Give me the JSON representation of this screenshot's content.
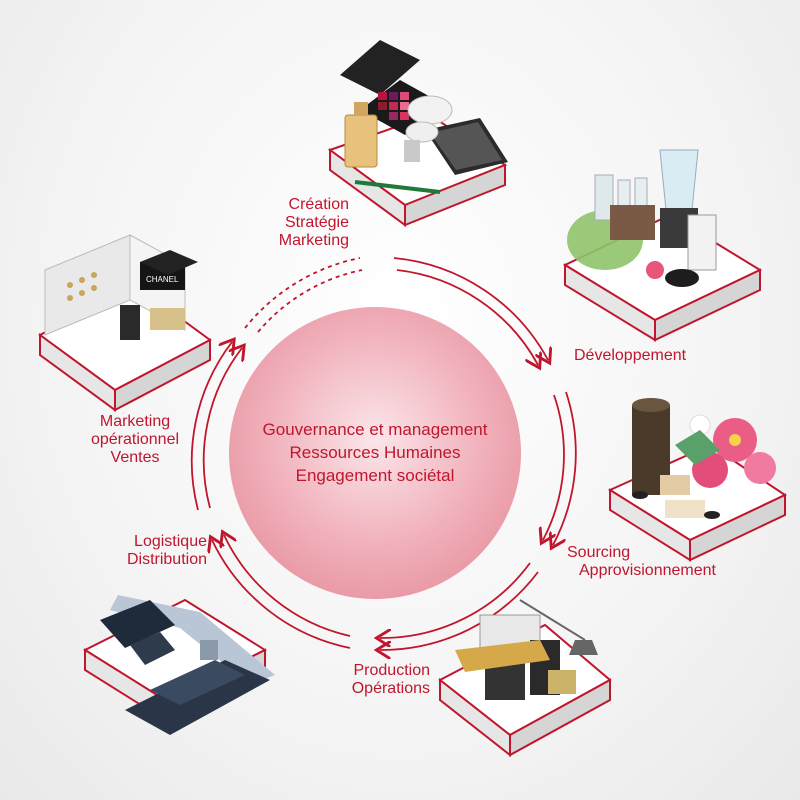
{
  "center": {
    "line1": "Gouvernance et management",
    "line2": "Ressources Humaines",
    "line3": "Engagement sociétal"
  },
  "stages": {
    "creation": {
      "line1": "Création",
      "line2": "Stratégie",
      "line3": "Marketing"
    },
    "developpement": {
      "line1": "Développement"
    },
    "sourcing": {
      "line1": "Sourcing",
      "line2": "Approvisionnement"
    },
    "production": {
      "line1": "Production",
      "line2": "Opérations"
    },
    "logistique": {
      "line1": "Logistique",
      "line2": "Distribution"
    },
    "marketing_ops": {
      "line1": "Marketing",
      "line2": "opérationnel",
      "line3": "Ventes"
    }
  },
  "brand": {
    "store_sign": "CHANEL"
  },
  "colors": {
    "accent": "#c0162d",
    "center_fill": "#f3b6bf"
  }
}
